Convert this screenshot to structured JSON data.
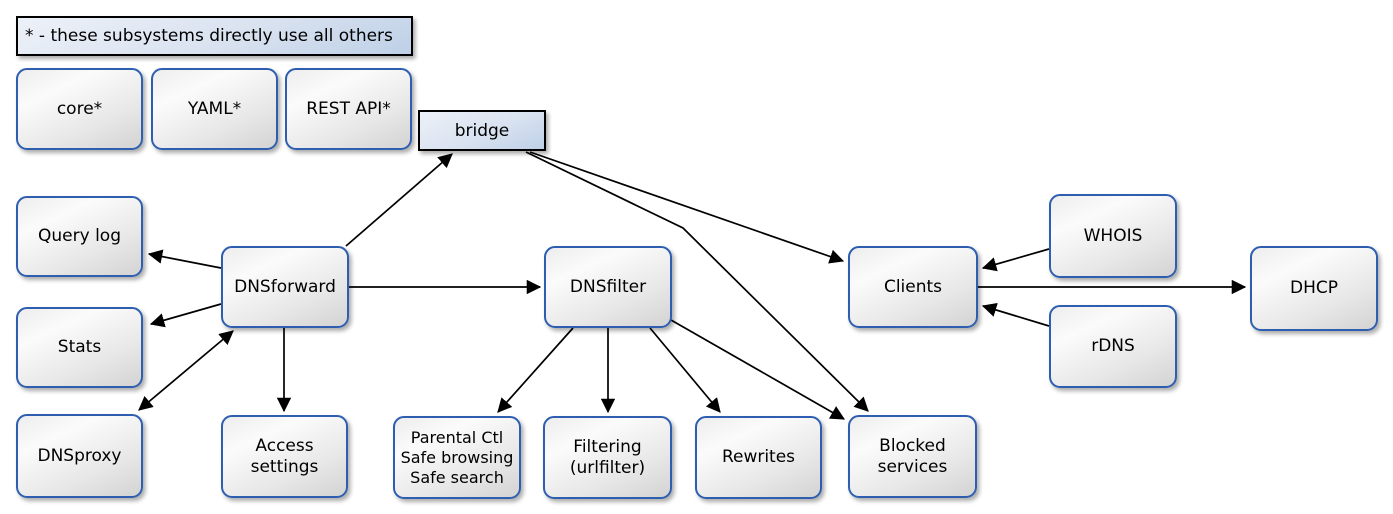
{
  "diagram": {
    "legend": "* - these subsystems directly use all others",
    "nodes": {
      "core": {
        "label": "core*"
      },
      "yaml": {
        "label": "YAML*"
      },
      "rest_api": {
        "label": "REST API*"
      },
      "bridge": {
        "label": "bridge"
      },
      "query_log": {
        "label": "Query log"
      },
      "stats": {
        "label": "Stats"
      },
      "dnsproxy": {
        "label": "DNSproxy"
      },
      "dnsforward": {
        "label": "DNSforward"
      },
      "access_settings": {
        "label": "Access\nsettings"
      },
      "dnsfilter": {
        "label": "DNSfilter"
      },
      "parental": {
        "label": "Parental Ctl\nSafe browsing\nSafe search"
      },
      "filtering": {
        "label": "Filtering\n(urlfilter)"
      },
      "rewrites": {
        "label": "Rewrites"
      },
      "blocked_services": {
        "label": "Blocked\nservices"
      },
      "clients": {
        "label": "Clients"
      },
      "whois": {
        "label": "WHOIS"
      },
      "rdns": {
        "label": "rDNS"
      },
      "dhcp": {
        "label": "DHCP"
      }
    },
    "edges": [
      {
        "from": "dnsforward",
        "to": "bridge"
      },
      {
        "from": "bridge",
        "to": "clients"
      },
      {
        "from": "bridge",
        "to": "blocked_services"
      },
      {
        "from": "dnsforward",
        "to": "query_log"
      },
      {
        "from": "dnsforward",
        "to": "stats"
      },
      {
        "from": "dnsforward",
        "to": "dnsproxy",
        "bidirectional": true
      },
      {
        "from": "dnsforward",
        "to": "access_settings"
      },
      {
        "from": "dnsforward",
        "to": "dnsfilter"
      },
      {
        "from": "dnsfilter",
        "to": "parental"
      },
      {
        "from": "dnsfilter",
        "to": "filtering"
      },
      {
        "from": "dnsfilter",
        "to": "rewrites"
      },
      {
        "from": "dnsfilter",
        "to": "blocked_services"
      },
      {
        "from": "whois",
        "to": "clients"
      },
      {
        "from": "rdns",
        "to": "clients"
      },
      {
        "from": "clients",
        "to": "dhcp"
      }
    ],
    "colors": {
      "node_border": "#2e5eb0",
      "plain_border": "#000000",
      "node_fill_a": "#fbfbfb",
      "node_fill_b": "#d3d3d3",
      "plain_fill_a": "#edf1f8",
      "plain_fill_b": "#bed0e7",
      "edge": "#000000"
    }
  }
}
